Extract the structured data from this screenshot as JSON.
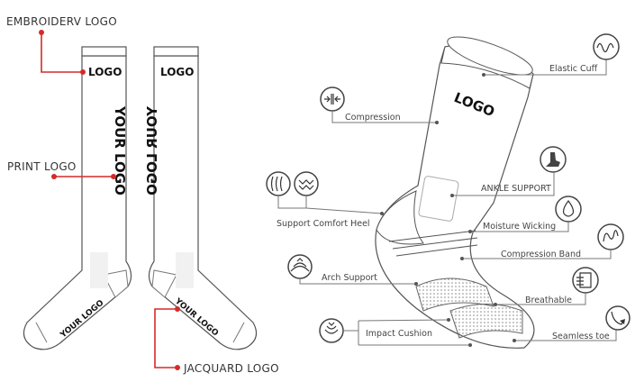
{
  "left_diagram": {
    "embroidery_label": "EMBROIDERV LOGO",
    "print_label": "PRINT LOGO",
    "jacquard_label": "JACQUARD LOGO",
    "left_sock": {
      "cuff_logo": "LOGO",
      "leg_logo": "YOUR LOGO",
      "foot_logo": "YOUR LOGO"
    },
    "right_sock": {
      "cuff_logo": "LOGO",
      "leg_logo": "YOUR LOGO",
      "foot_logo": "YOUR LOGO"
    },
    "accent_color": "#d42a2a"
  },
  "right_diagram": {
    "sock_logo": "LOGO",
    "features": {
      "elastic_cuff": {
        "label": "Elastic Cuff",
        "icon": "wave-icon"
      },
      "compression": {
        "label": "Compression",
        "icon": "compress-arrows-icon"
      },
      "ankle_support": {
        "label": "ANKLE SUPPORT",
        "icon": "foot-icon"
      },
      "support_heel": {
        "label": "Support Comfort Heel",
        "icons": [
          "layers-icon",
          "knit-icon"
        ]
      },
      "moisture_wicking": {
        "label": "Moisture Wicking",
        "icon": "droplet-icon"
      },
      "compression_band": {
        "label": "Compression Band",
        "icon": "spring-icon"
      },
      "arch_support": {
        "label": "Arch Support",
        "icon": "arch-icon"
      },
      "breathable": {
        "label": "Breathable",
        "icon": "airflow-icon"
      },
      "impact_cushion": {
        "label": "Impact Cushion",
        "icon": "cushion-icon"
      },
      "seamless_toe": {
        "label": "Seamless toe",
        "icon": "toe-icon"
      }
    }
  }
}
